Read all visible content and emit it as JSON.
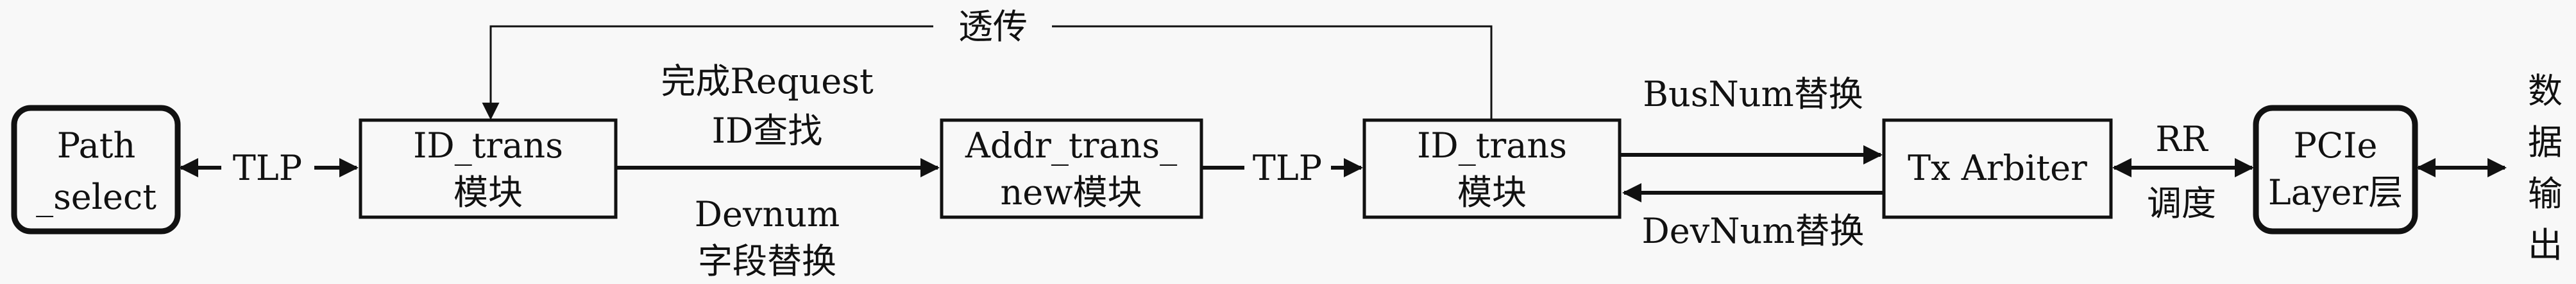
{
  "nodes": {
    "path_select": {
      "line1": "Path",
      "line2": "_select"
    },
    "id_trans_1": {
      "line1": "ID_trans",
      "line2": "模块"
    },
    "addr_trans": {
      "line1": "Addr_trans_",
      "line2": "new模块"
    },
    "id_trans_2": {
      "line1": "ID_trans",
      "line2": "模块"
    },
    "tx_arbiter": {
      "line1": "Tx Arbiter"
    },
    "pcie_layer": {
      "line1": "PCIe",
      "line2": "Layer层"
    }
  },
  "edges": {
    "passthrough": "透传",
    "tlp_1": "TLP",
    "tlp_2": "TLP",
    "request_lookup": {
      "line1": "完成Request",
      "line2": "ID查找"
    },
    "devnum_replace_field": {
      "line1": "Devnum",
      "line2": "字段替换"
    },
    "busnum_replace": "BusNum替换",
    "devnum_replace": "DevNum替换",
    "rr_schedule": {
      "line1": "RR",
      "line2": "调度"
    },
    "data_output": [
      "数",
      "据",
      "输",
      "出"
    ]
  },
  "colors": {
    "stroke": "#111111",
    "background": "#f8f8f8"
  }
}
